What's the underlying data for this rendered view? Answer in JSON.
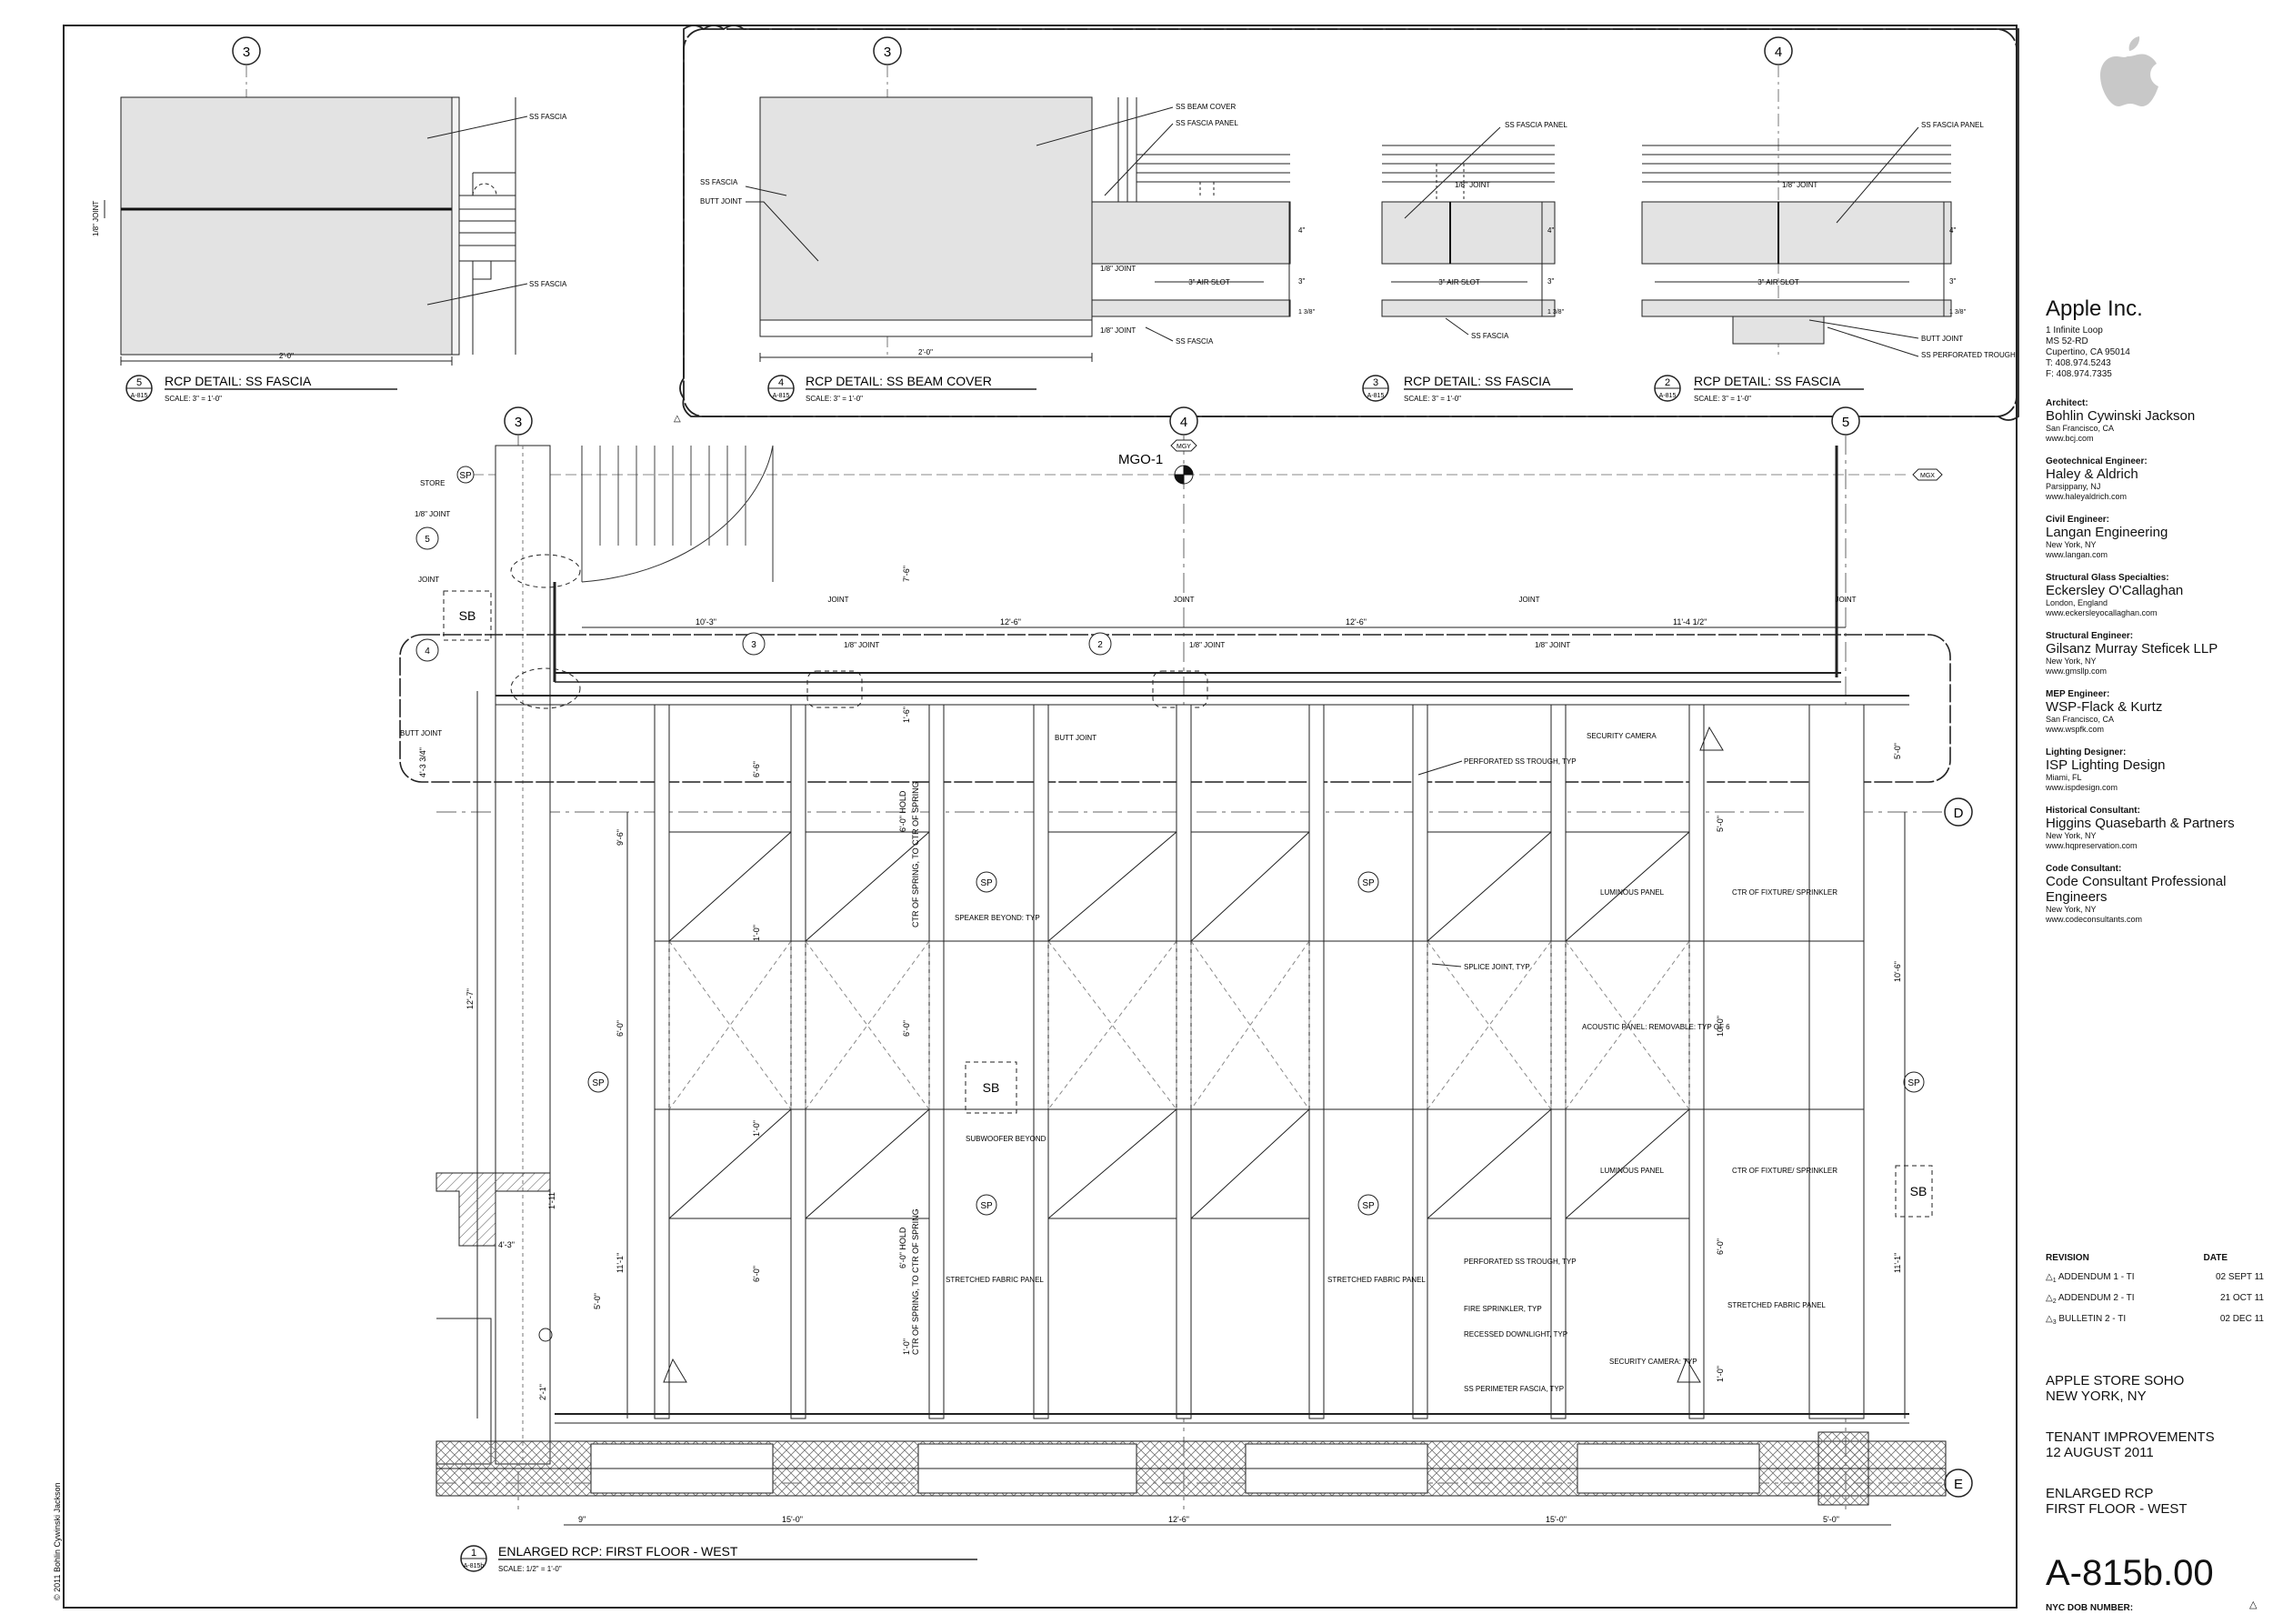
{
  "title_block": {
    "client_name": "Apple Inc.",
    "client_address": [
      "1 Infinite Loop",
      "MS 52-RD",
      "Cupertino, CA 95014",
      "T: 408.974.5243",
      "F: 408.974.7335"
    ],
    "consultants": [
      {
        "role": "Architect:",
        "name": "Bohlin Cywinski Jackson",
        "city": "San Francisco, CA",
        "web": "www.bcj.com"
      },
      {
        "role": "Geotechnical Engineer:",
        "name": "Haley & Aldrich",
        "city": "Parsippany, NJ",
        "web": "www.haleyaldrich.com"
      },
      {
        "role": "Civil Engineer:",
        "name": "Langan Engineering",
        "city": "New York, NY",
        "web": "www.langan.com"
      },
      {
        "role": "Structural Glass Specialties:",
        "name": "Eckersley O'Callaghan",
        "city": "London, England",
        "web": "www.eckersleyocallaghan.com"
      },
      {
        "role": "Structural Engineer:",
        "name": "Gilsanz Murray Steficek LLP",
        "city": "New York, NY",
        "web": "www.gmsllp.com"
      },
      {
        "role": "MEP Engineer:",
        "name": "WSP-Flack & Kurtz",
        "city": "San Francisco, CA",
        "web": "www.wspfk.com"
      },
      {
        "role": "Lighting Designer:",
        "name": "ISP Lighting Design",
        "city": "Miami, FL",
        "web": "www.ispdesign.com"
      },
      {
        "role": "Historical Consultant:",
        "name": "Higgins Quasebarth & Partners",
        "city": "New York, NY",
        "web": "www.hqpreservation.com"
      },
      {
        "role": "Code Consultant:",
        "name": "Code Consultant Professional Engineers",
        "city": "New York, NY",
        "web": "www.codeconsultants.com"
      }
    ],
    "revision_header": "REVISION",
    "date_header": "DATE",
    "revisions": [
      {
        "mark": "1",
        "label": "ADDENDUM 1 - TI",
        "date": "02 SEPT 11"
      },
      {
        "mark": "2",
        "label": "ADDENDUM 2 - TI",
        "date": "21 OCT 11"
      },
      {
        "mark": "3",
        "label": "BULLETIN 2 - TI",
        "date": "02 DEC 11"
      }
    ],
    "project_name": "APPLE STORE SOHO",
    "project_city": "NEW YORK, NY",
    "phase": "TENANT IMPROVEMENTS",
    "phase_date": "12 AUGUST 2011",
    "sheet_title_1": "ENLARGED RCP",
    "sheet_title_2": "FIRST FLOOR - WEST",
    "sheet_number": "A-815b.00",
    "dob_label": "NYC DOB NUMBER:",
    "dob_mark": "3",
    "copyright": "© 2011 Bohlin Cywinski Jackson"
  },
  "details": [
    {
      "num": "5",
      "sheet": "A-815",
      "title": "RCP DETAIL: SS FASCIA",
      "scale": "SCALE: 3\" = 1'-0\""
    },
    {
      "num": "4",
      "sheet": "A-815",
      "title": "RCP DETAIL: SS BEAM COVER",
      "scale": "SCALE: 3\" = 1'-0\""
    },
    {
      "num": "3",
      "sheet": "A-815",
      "title": "RCP DETAIL: SS FASCIA",
      "scale": "SCALE: 3\" = 1'-0\""
    },
    {
      "num": "2",
      "sheet": "A-815",
      "title": "RCP DETAIL: SS FASCIA",
      "scale": "SCALE: 3\" = 1'-0\""
    }
  ],
  "main_plan": {
    "num": "1",
    "sheet": "A-815b",
    "title": "ENLARGED RCP: FIRST FLOOR - WEST",
    "scale": "SCALE: 1/2\" = 1'-0\""
  },
  "grid": {
    "col3": "3",
    "col4": "4",
    "col5": "5",
    "rowD": "D",
    "rowE": "E",
    "mgo": "MGO-1",
    "mgx": "MGX",
    "mgy": "MGY"
  },
  "labels": {
    "ss_fascia": "SS FASCIA",
    "ss_beam_cover": "SS BEAM COVER",
    "ss_fascia_panel": "SS FASCIA PANEL",
    "butt_joint": "BUTT JOINT",
    "joint_18": "1/8\" JOINT",
    "air_slot": "3\" AIR SLOT",
    "ss_perforated_trough": "SS PERFORATED TROUGH",
    "two_ft": "2'-0\"",
    "store": "STORE",
    "joint": "JOINT",
    "sb": "SB",
    "sp": "SP",
    "perforated_ss_trough": "PERFORATED SS TROUGH, TYP",
    "security_camera": "SECURITY CAMERA",
    "luminous_panel": "LUMINOUS PANEL",
    "ctr_fixture": "CTR OF FIXTURE/ SPRINKLER",
    "splice_joint": "SPLICE JOINT, TYP",
    "acoustic_panel": "ACOUSTIC PANEL: REMOVABLE: TYP OF 6",
    "speaker_beyond": "SPEAKER BEYOND: TYP",
    "subwoofer_beyond": "SUBWOOFER BEYOND",
    "stretched_fabric": "STRETCHED FABRIC PANEL",
    "fire_sprinkler": "FIRE SPRINKLER, TYP",
    "recessed_downlight": "RECESSED DOWNLIGHT, TYP",
    "security_camera_typ": "SECURITY CAMERA: TYP",
    "ss_perimeter_fascia": "SS PERIMETER FASCIA, TYP",
    "ctr_of_spring": "CTR OF SPRING, TO CTR OF SPRING",
    "hold": "6'-0\" HOLD"
  },
  "dims": {
    "d10_3": "10'-3\"",
    "d12_6": "12'-6\"",
    "d11_4": "11'-4 1/2\"",
    "d15_0": "15'-0\"",
    "d9": "9\"",
    "d5_0": "5'-0\"",
    "d7_6": "7'-6\"",
    "d9_6": "9'-6\"",
    "d12_7": "12'-7\"",
    "d6_0": "6'-0\"",
    "d1_0": "1'-0\"",
    "d10_0": "10'-0\"",
    "d10_6": "10'-6\"",
    "d11_1": "11'-1\"",
    "d4_3": "4'-3\"",
    "d1_11": "1'-11\"",
    "d2_1": "2'-1\"",
    "d5_0b": "5'-0\"",
    "d4": "4\"",
    "d3": "3\"",
    "d1_38": "1 3/8\"",
    "d1_6": "1'-6\"",
    "d6_6": "6'-6\"",
    "d4_3_3_4": "4'-3 3/4\""
  }
}
